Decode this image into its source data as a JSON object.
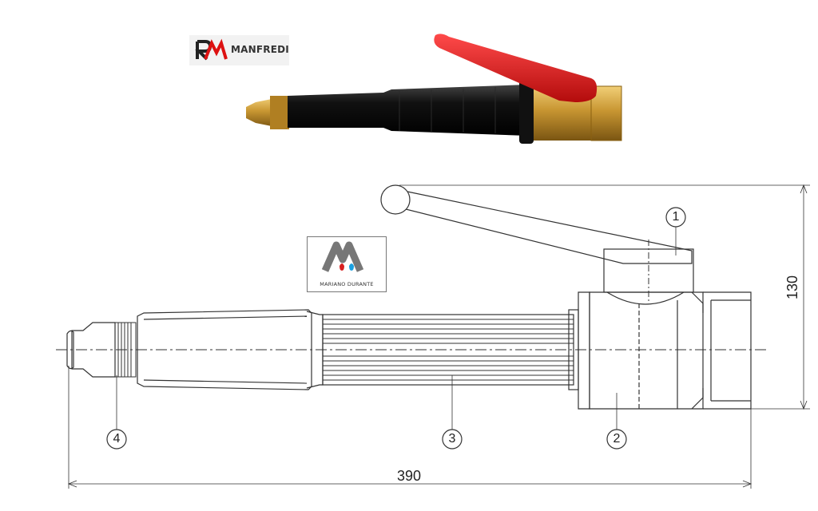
{
  "logos": {
    "top_brand": "MANFREDI",
    "drawing_brand": "MARIANO DURANTE"
  },
  "dimensions": {
    "overall_length": "390",
    "height": "130"
  },
  "callouts": {
    "c1": "1",
    "c2": "2",
    "c3": "3",
    "c4": "4"
  },
  "colors": {
    "handle_red": "#e0161b",
    "grip_black": "#111111",
    "brass": "#c89632",
    "line": "#333333"
  }
}
